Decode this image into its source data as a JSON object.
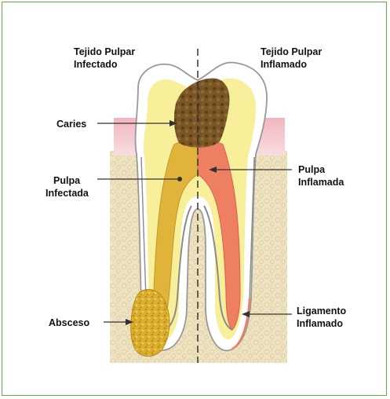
{
  "labels": {
    "infected_tissue_1": "Tejido Pulpar",
    "infected_tissue_2": "Infectado",
    "inflamed_tissue_1": "Tejido Pulpar",
    "inflamed_tissue_2": "Inflamado",
    "caries": "Caries",
    "infected_pulp_1": "Pulpa",
    "infected_pulp_2": "Infectada",
    "inflamed_pulp_1": "Pulpa",
    "inflamed_pulp_2": "Inflamada",
    "abscess": "Absceso",
    "ligament_1": "Ligamento",
    "ligament_2": "Inflamado"
  },
  "colors": {
    "frame": "#6aa84f",
    "bone": "#efe4c2",
    "gum": "#f4c6cc",
    "enamel": "#ffffff",
    "dentin": "#f7ef9a",
    "caries": "#7a5626",
    "infected_pulp": "#e0b43a",
    "inflamed_pulp": "#ef7f63",
    "root_outline": "#8a8a8a",
    "abscess": "#d8ac2c"
  }
}
